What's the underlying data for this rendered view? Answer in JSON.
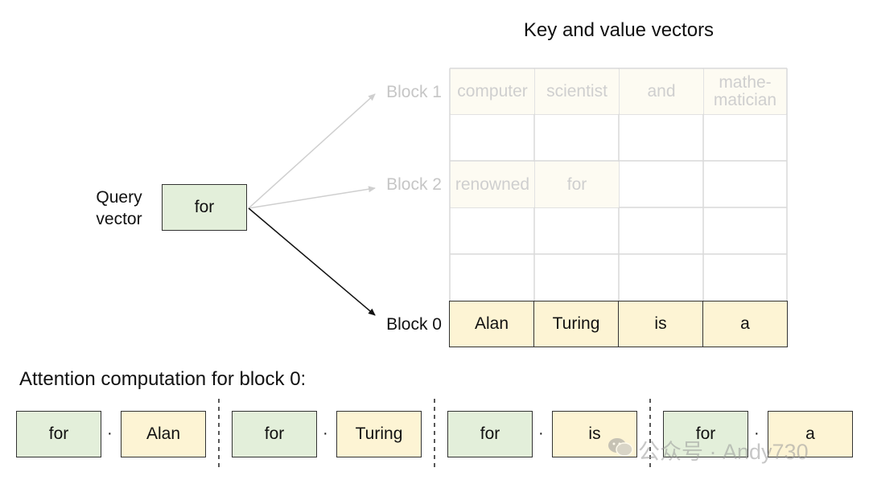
{
  "title": "Key and value vectors",
  "query": {
    "label": "Query\nvector",
    "token": "for"
  },
  "blocks": [
    {
      "label": "Block 1",
      "tokens": [
        "computer",
        "scientist",
        "and",
        "mathe-\nmatician"
      ]
    },
    {
      "label": "Block 2",
      "tokens": [
        "renowned",
        "for",
        "",
        ""
      ]
    },
    {
      "label": "Block 0",
      "tokens": [
        "Alan",
        "Turing",
        "is",
        "a"
      ]
    }
  ],
  "attention": {
    "title": "Attention computation for block 0:",
    "operator": "·",
    "pairs": [
      {
        "query": "for",
        "key": "Alan"
      },
      {
        "query": "for",
        "key": "Turing"
      },
      {
        "query": "for",
        "key": "is"
      },
      {
        "query": "for",
        "key": "a"
      }
    ]
  },
  "watermark": "公众号 · Andy730",
  "colors": {
    "query_fill": "#e3efda",
    "key_fill": "#fdf4d4",
    "faded_line": "#cfcfcf",
    "active_line": "#111111"
  }
}
